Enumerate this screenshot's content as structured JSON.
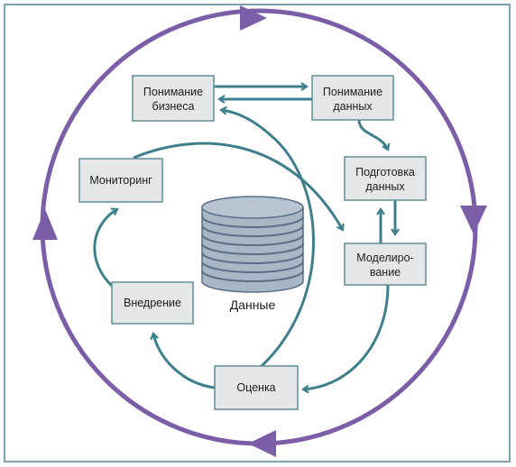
{
  "diagram": {
    "database_label": "Данные",
    "boxes": {
      "business_understanding": [
        "Понимание",
        "бизнеса"
      ],
      "data_understanding": [
        "Понимание",
        "данных"
      ],
      "data_preparation": [
        "Подготовка",
        "данных"
      ],
      "modeling": [
        "Моделиро-",
        "вание"
      ],
      "evaluation": [
        "Оценка"
      ],
      "deployment": [
        "Внедрение"
      ],
      "monitoring": [
        "Мониторинг"
      ]
    }
  },
  "colors": {
    "outer_cycle": "#7b5ea7",
    "inner_arrows": "#3f7f8c",
    "box_fill": "#e4e6e8",
    "box_border": "#5f8d98",
    "database_fill": "#a9b6c6",
    "database_lines": "#5b6e86",
    "frame_border": "#7fa3ad"
  }
}
